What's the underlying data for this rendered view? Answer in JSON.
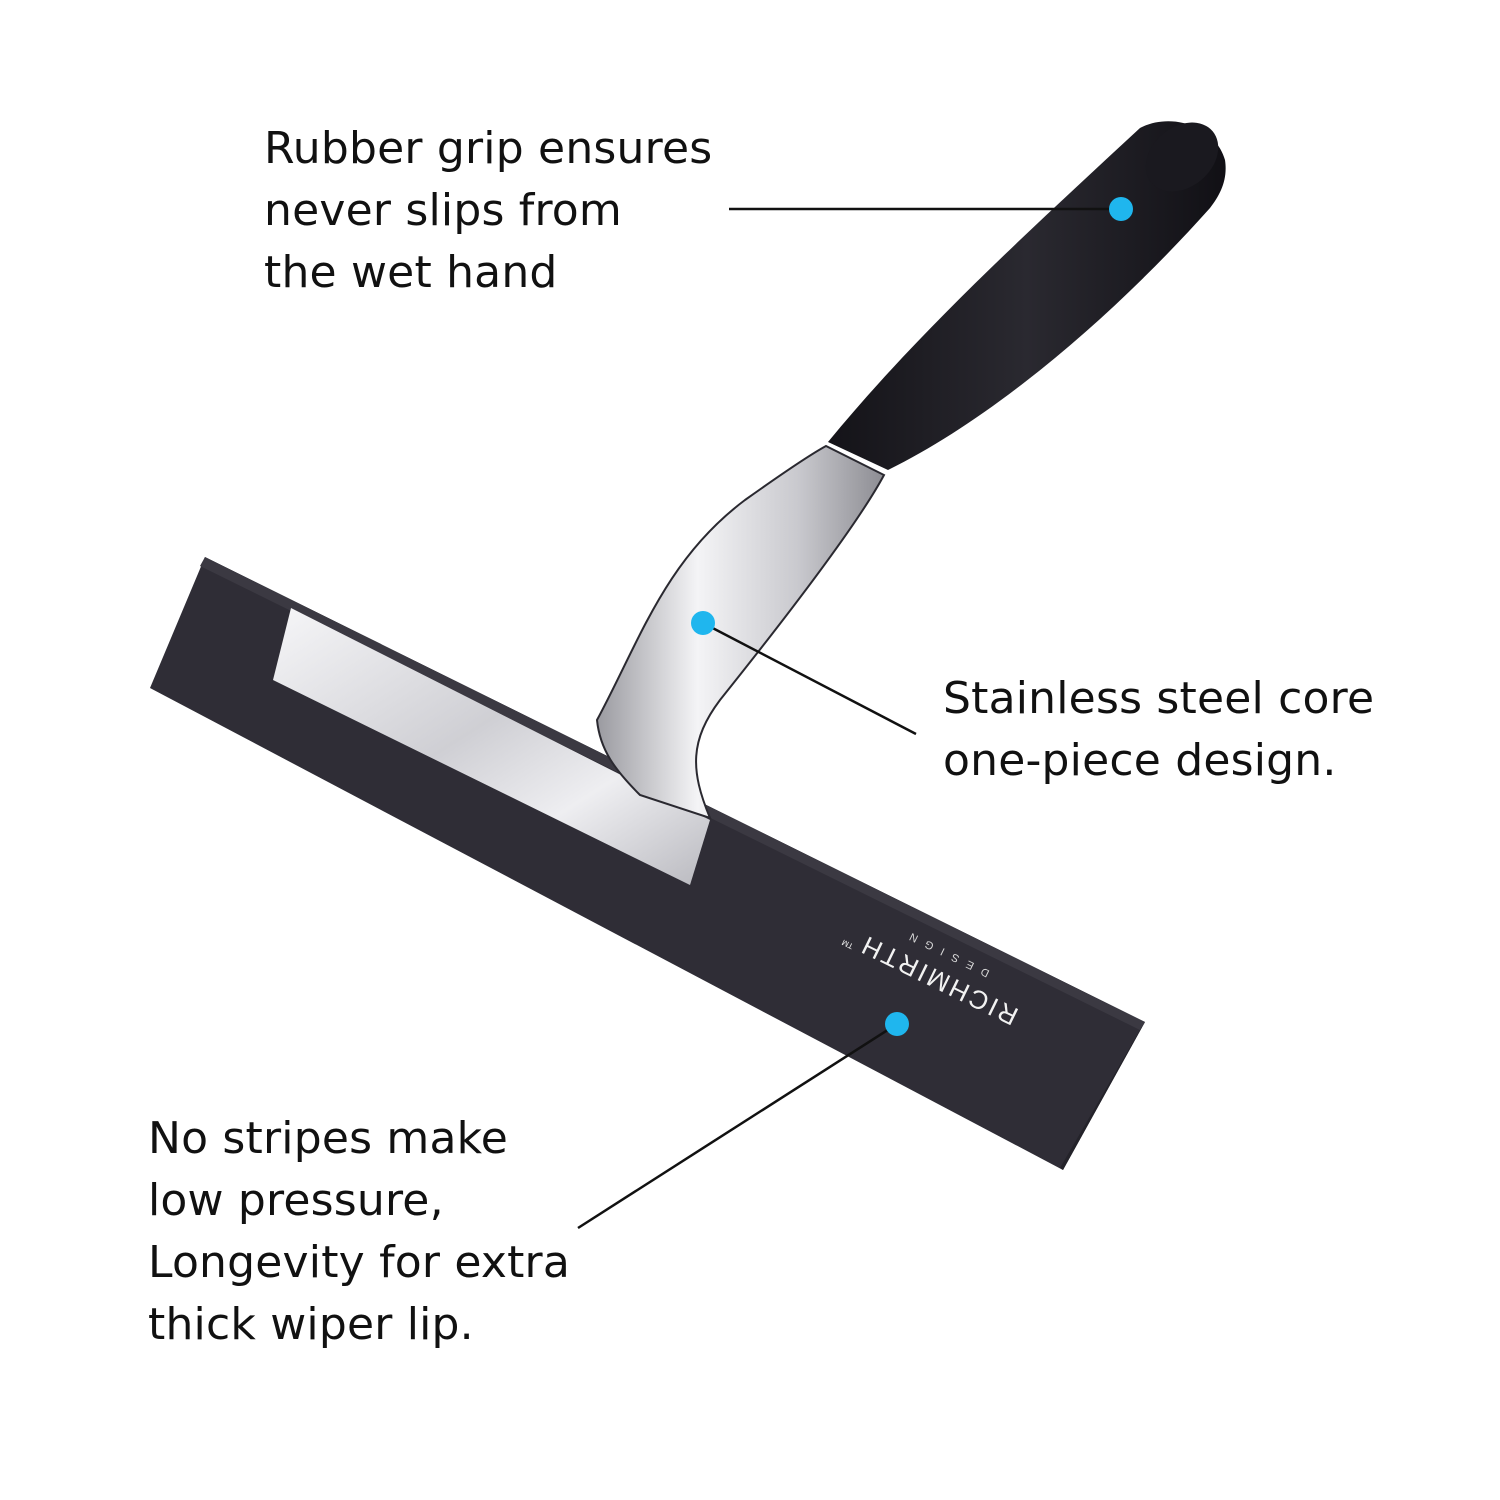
{
  "colors": {
    "background": "#ffffff",
    "rubber": "#2f2d36",
    "rubber_dark": "#1c1b21",
    "steel": "#d4d4d8",
    "steel_highlight": "#f4f4f6",
    "marker": "#1fb6ee",
    "leader_line": "#111111",
    "text": "#111111"
  },
  "product": {
    "brand_logo_text": "RICHMIRTH",
    "brand_logo_tm": "TM",
    "brand_logo_sub": "DESIGN"
  },
  "callouts": {
    "grip": {
      "lines": [
        "Rubber grip ensures",
        "never slips from",
        "the wet hand"
      ],
      "marker_icon": "dot-marker"
    },
    "core": {
      "lines": [
        "Stainless steel core",
        "one-piece design."
      ],
      "marker_icon": "dot-marker"
    },
    "lip": {
      "lines": [
        "No stripes make",
        "low pressure,",
        "Longevity for extra",
        "thick wiper lip."
      ],
      "marker_icon": "dot-marker"
    }
  }
}
